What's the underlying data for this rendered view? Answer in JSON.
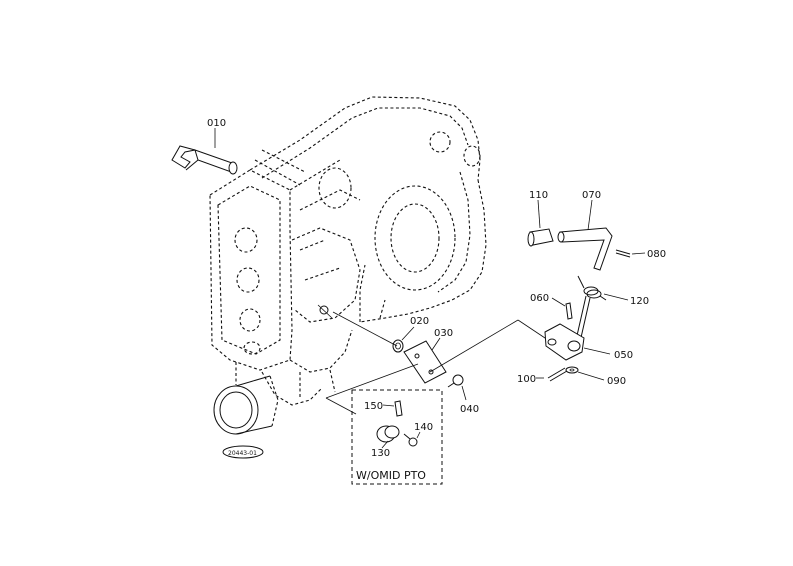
{
  "labels": {
    "p010": "010",
    "p020": "020",
    "p030": "030",
    "p040": "040",
    "p050": "050",
    "p060": "060",
    "p070": "070",
    "p080": "080",
    "p090": "090",
    "p100": "100",
    "p110": "110",
    "p120": "120",
    "p130": "130",
    "p140": "140",
    "p150": "150"
  },
  "inset_caption": "W/OMID PTO",
  "drawing_code": "20443-01"
}
